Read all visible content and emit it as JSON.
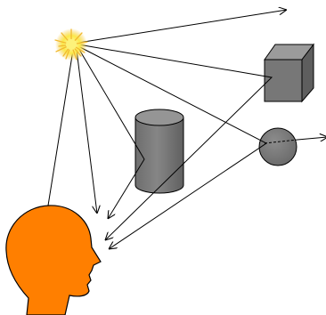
{
  "diagram": {
    "colors": {
      "background": "#ffffff",
      "ray": "#000000",
      "light_core": "#fbe94a",
      "light_rays": "#f5c53a",
      "object_fill": "#7a7a7a",
      "object_top": "#9a9a9a",
      "object_side": "#5f5f5f",
      "head_fill": "#ff7f00",
      "outline": "#000000"
    },
    "elements": [
      {
        "name": "light-source",
        "icon": "sun-burst-icon"
      },
      {
        "name": "cube",
        "icon": "cube-icon"
      },
      {
        "name": "cylinder",
        "icon": "cylinder-icon"
      },
      {
        "name": "sphere",
        "icon": "sphere-icon"
      },
      {
        "name": "viewer-head",
        "icon": "human-head-silhouette-icon"
      }
    ]
  }
}
